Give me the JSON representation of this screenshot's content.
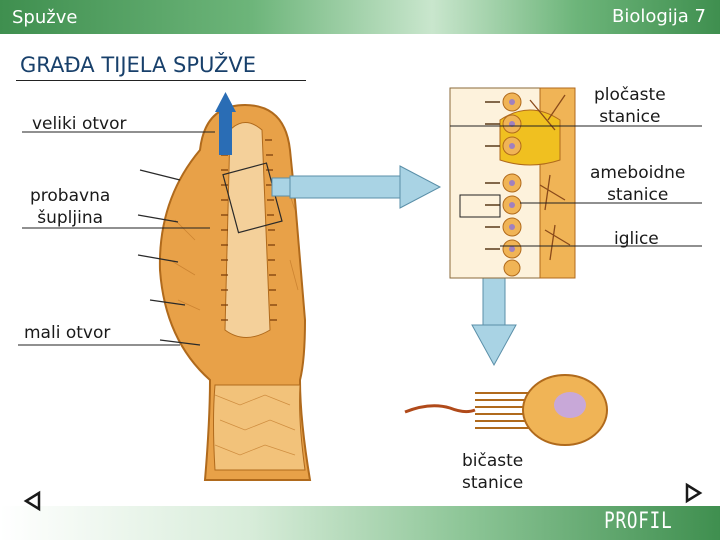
{
  "header": {
    "section": "Spužve",
    "book": "Biologija 7"
  },
  "title": "GRAĐA TIJELA SPUŽVE",
  "labels": {
    "veliki_otvor": "veliki otvor",
    "probavna": "probavna\nšupljina",
    "mali_otvor": "mali otvor",
    "plocaste": "pločaste\nstanice",
    "ameboidne": "ameboidne\nstanice",
    "iglice": "iglice",
    "bicaste": "bičaste\nstanice"
  },
  "footer": {
    "logo": "PROFIL"
  },
  "nav": {
    "prev_icon": "triangle-left-icon",
    "next_icon": "triangle-right-icon"
  },
  "colors": {
    "header_green": "#3f8f4f",
    "body_orange": "#e8a148",
    "cell_orange": "#f0b456",
    "arrow_blue": "#2a6db5",
    "arrow_light": "#a9d3e4"
  }
}
